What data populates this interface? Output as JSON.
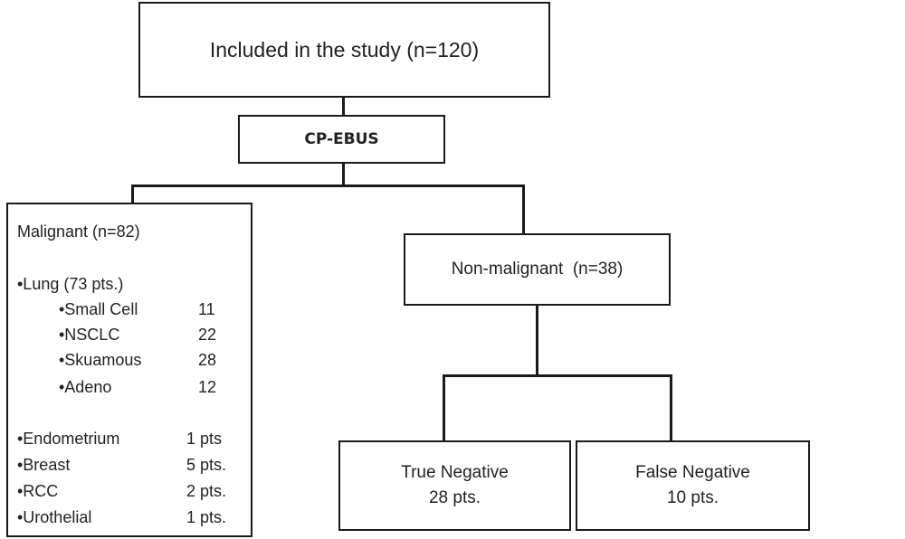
{
  "top": {
    "label": "Included in the study (n=120)"
  },
  "method": {
    "label": "CP-EBUS"
  },
  "malignant": {
    "title": "Malignant (n=82)",
    "lung_header": "•Lung (73 pts.)",
    "lung_subtypes": [
      {
        "name": "•Small Cell",
        "count": "11"
      },
      {
        "name": "•NSCLC",
        "count": "22"
      },
      {
        "name": "•Skuamous",
        "count": "28"
      },
      {
        "name": "•Adeno",
        "count": "12"
      }
    ],
    "others": [
      {
        "name": "•Endometrium",
        "count": "1 pts"
      },
      {
        "name": "•Breast",
        "count": "5 pts."
      },
      {
        "name": "•RCC",
        "count": "2 pts."
      },
      {
        "name": "•Urothelial",
        "count": "1 pts."
      }
    ]
  },
  "non_malignant": {
    "label": "Non-malignant  (n=38)"
  },
  "true_negative": {
    "label": "True Negative",
    "count": "28 pts."
  },
  "false_negative": {
    "label": "False Negative",
    "count": "10 pts."
  }
}
